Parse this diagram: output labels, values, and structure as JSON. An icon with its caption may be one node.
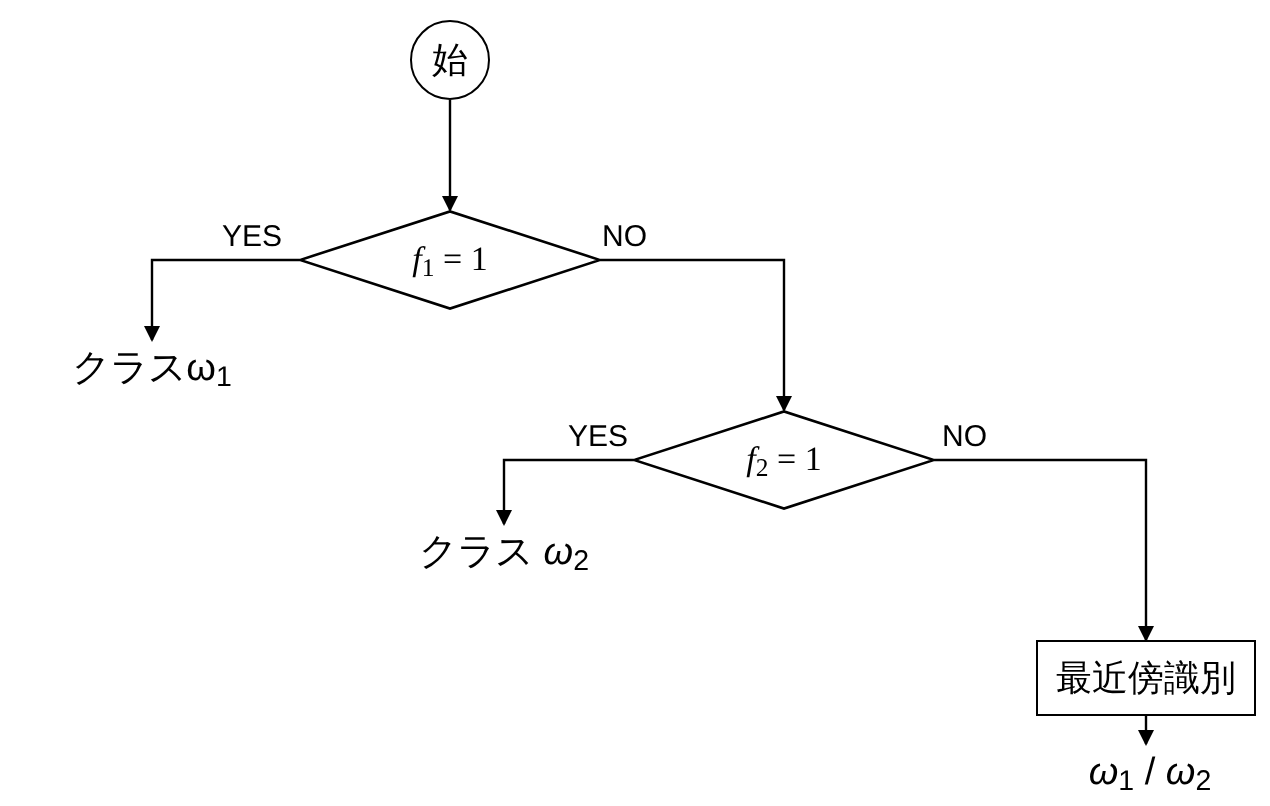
{
  "diagram": {
    "nodes": [
      {
        "text": [
          "始"
        ]
      },
      {
        "text": [
          "*f*$_{1}$ = 1"
        ]
      },
      {
        "text": [
          "クラスω$_{1}$"
        ]
      },
      {
        "text": [
          "*f*$_{2}$ = 1"
        ]
      },
      {
        "text": [
          "クラス *ω*$_{2}$"
        ]
      },
      {
        "text": [
          "最近傍識別"
        ]
      },
      {
        "text": [
          "*ω*$_{1}$ / *ω*$_{2}$"
        ]
      }
    ],
    "edges": [
      {
        "from": 0,
        "to": 1,
        "arrow": "to"
      },
      {
        "from": 1,
        "to": 2,
        "arrow": "to",
        "label": "YES"
      },
      {
        "from": 1,
        "to": 3,
        "arrow": "to",
        "label": "NO"
      },
      {
        "from": 3,
        "to": 4,
        "arrow": "to",
        "label": "YES"
      },
      {
        "from": 3,
        "to": 5,
        "arrow": "to",
        "label": "NO"
      },
      {
        "from": 5,
        "to": 6,
        "arrow": "to"
      }
    ]
  }
}
